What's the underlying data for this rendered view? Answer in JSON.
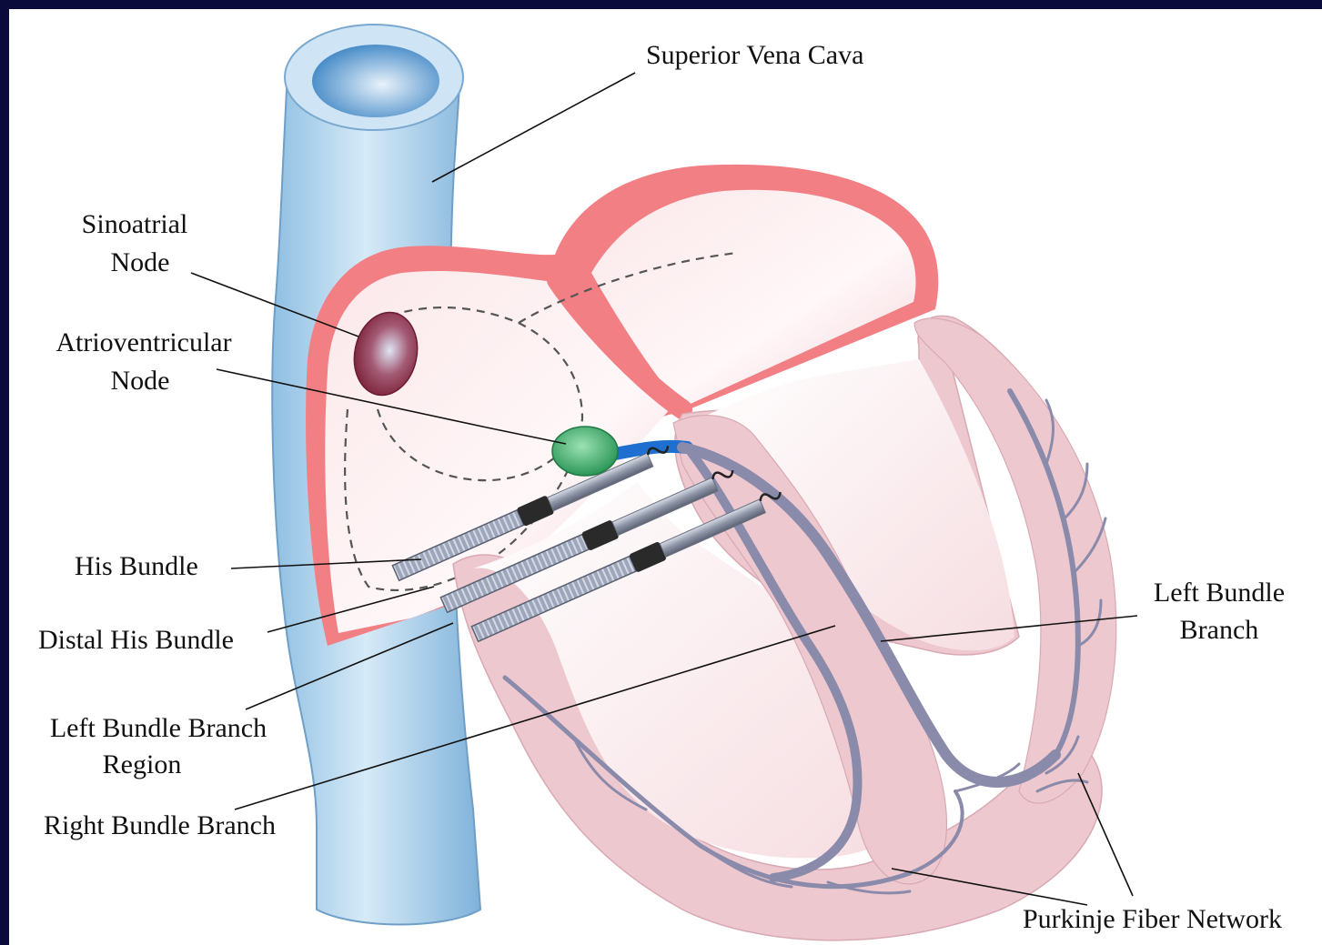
{
  "labels": {
    "superior_vena_cava": "Superior Vena Cava",
    "sinoatrial_node": [
      "Sinoatrial",
      "Node"
    ],
    "atrioventricular_node": [
      "Atrioventricular",
      "Node"
    ],
    "his_bundle": "His Bundle",
    "distal_his_bundle": "Distal His Bundle",
    "left_bundle_branch_region": [
      "Left Bundle Branch",
      "Region"
    ],
    "right_bundle_branch": "Right Bundle Branch",
    "left_bundle_branch": [
      "Left Bundle",
      "Branch"
    ],
    "purkinje_fiber_network": "Purkinje Fiber Network"
  },
  "colors": {
    "background_border": "#0b0b3b",
    "vena_cava": "#a9cde8",
    "atrial_wall": "#f27f84",
    "myocardium": "#eec8cf",
    "sa_node": "#8b2c45",
    "av_node": "#3fae6e",
    "his_conduction": "#1e6fd0",
    "bundle_branches": "#8a8aab",
    "lead": "#8f96a6"
  }
}
